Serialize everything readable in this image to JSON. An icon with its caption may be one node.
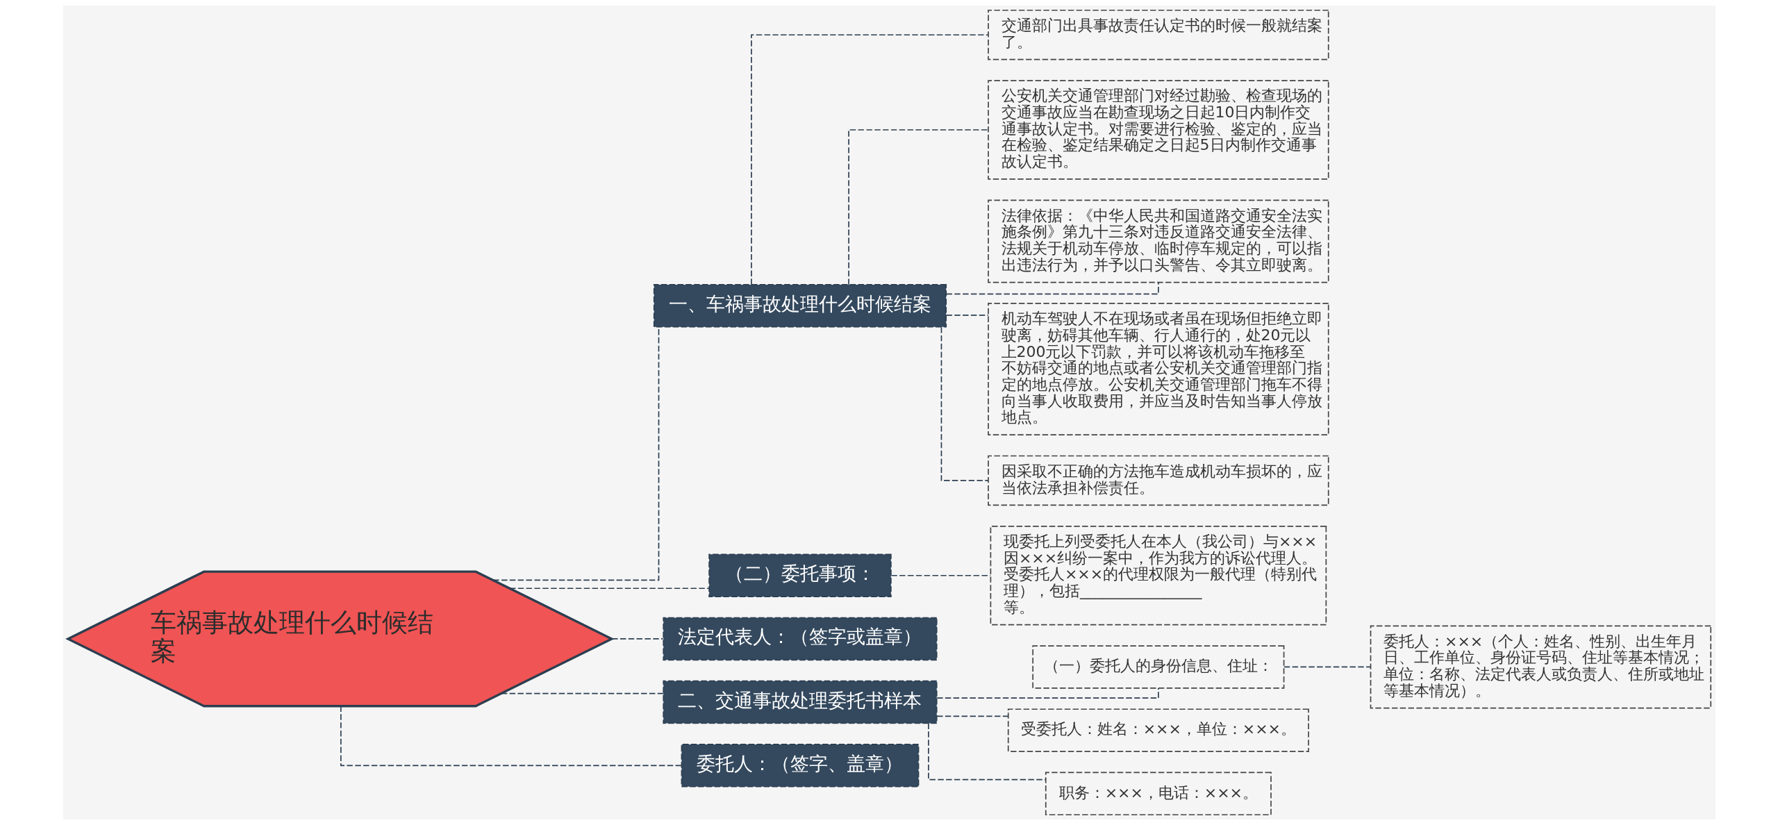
{
  "diagram": {
    "nodes": [
      {
        "text": [
          "车祸事故处理什么时候结案"
        ]
      },
      {
        "text": [
          "一、车祸事故处理什么时候结案"
        ]
      },
      {
        "text": [
          "交通部门出具事故责任认定书的时候一般就结案了。"
        ]
      },
      {
        "text": [
          "公安机关交通管理部门对经过勘验、检查现场的交通事故应当在勘查现场之日起10日内制作交通事故认定书。对需要进行检验、鉴定的，应当在检验、鉴定结果确定之日起5日内制作交通事故认定书。"
        ]
      },
      {
        "text": [
          "法律依据：《中华人民共和国道路交通安全法实施条例》第九十三条对违反道路交通安全法律、法规关于机动车停放、临时停车规定的，可以指出违法行为，并予以口头警告、令其立即驶离。"
        ]
      },
      {
        "text": [
          "机动车驾驶人不在现场或者虽在现场但拒绝立即驶离，妨碍其他车辆、行人通行的，处20元以上200元以下罚款，并可以将该机动车拖移至不妨碍交通的地点或者公安机关交通管理部门指定的地点停放。公安机关交通管理部门拖车不得向当事人收取费用，并应当及时告知当事人停放地点。"
        ]
      },
      {
        "text": [
          "因采取不正确的方法拖车造成机动车损坏的，应当依法承担补偿责任。"
        ]
      },
      {
        "text": [
          "（二）委托事项："
        ]
      },
      {
        "text": [
          "现委托上列受委托人在本人（我公司）与×××因×××纠纷一案中，作为我方的诉讼代理人。受委托人×××的代理权限为一般代理（特别代理），包括________________等。"
        ]
      },
      {
        "text": [
          "法定代表人：（签字或盖章）"
        ]
      },
      {
        "text": [
          "二、交通事故处理委托书样本"
        ]
      },
      {
        "text": [
          "（一）委托人的身份信息、住址："
        ]
      },
      {
        "text": [
          "委托人：×××（个人：姓名、性别、出生年月日、工作单位、身份证号码、住址等基本情况；单位：名称、法定代表人或负责人、住所或地址等基本情况）。"
        ]
      },
      {
        "text": [
          "受委托人：姓名：×××，单位：×××。"
        ]
      },
      {
        "text": [
          "职务：×××，电话：×××。"
        ]
      },
      {
        "text": [
          "委托人：（签字、盖章）"
        ]
      }
    ],
    "edges": [
      {
        "from": 0,
        "to": 1,
        "arrow": "none"
      },
      {
        "from": 1,
        "to": 2,
        "arrow": "none"
      },
      {
        "from": 1,
        "to": 3,
        "arrow": "none"
      },
      {
        "from": 1,
        "to": 4,
        "arrow": "none"
      },
      {
        "from": 1,
        "to": 5,
        "arrow": "none"
      },
      {
        "from": 1,
        "to": 6,
        "arrow": "none"
      },
      {
        "from": 0,
        "to": 7,
        "arrow": "none"
      },
      {
        "from": 7,
        "to": 8,
        "arrow": "none"
      },
      {
        "from": 0,
        "to": 9,
        "arrow": "none"
      },
      {
        "from": 0,
        "to": 10,
        "arrow": "none"
      },
      {
        "from": 10,
        "to": 11,
        "arrow": "none"
      },
      {
        "from": 11,
        "to": 12,
        "arrow": "none"
      },
      {
        "from": 10,
        "to": 13,
        "arrow": "none"
      },
      {
        "from": 10,
        "to": 14,
        "arrow": "none"
      },
      {
        "from": 0,
        "to": 15,
        "arrow": "none"
      }
    ]
  }
}
